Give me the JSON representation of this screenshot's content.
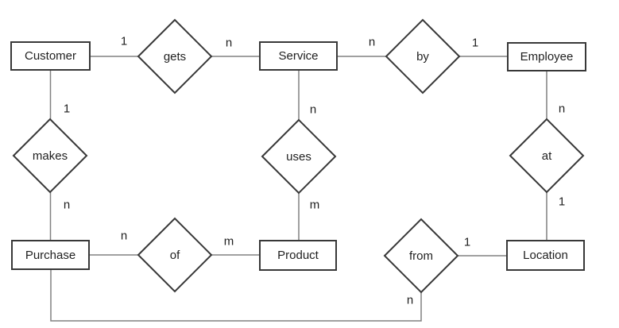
{
  "diagram": {
    "type": "entity-relationship",
    "entities": [
      {
        "label": "Customer"
      },
      {
        "label": "Service"
      },
      {
        "label": "Employee"
      },
      {
        "label": "Purchase"
      },
      {
        "label": "Product"
      },
      {
        "label": "Location"
      }
    ],
    "relationships": [
      {
        "label": "gets",
        "entity1": "Customer",
        "card1": "1",
        "entity2": "Service",
        "card2": "n"
      },
      {
        "label": "by",
        "entity1": "Service",
        "card1": "n",
        "entity2": "Employee",
        "card2": "1"
      },
      {
        "label": "makes",
        "entity1": "Customer",
        "card1": "1",
        "entity2": "Purchase",
        "card2": "n"
      },
      {
        "label": "uses",
        "entity1": "Service",
        "card1": "n",
        "entity2": "Product",
        "card2": "m"
      },
      {
        "label": "at",
        "entity1": "Employee",
        "card1": "n",
        "entity2": "Location",
        "card2": "1"
      },
      {
        "label": "of",
        "entity1": "Purchase",
        "card1": "n",
        "entity2": "Product",
        "card2": "m"
      },
      {
        "label": "from",
        "entity1": "Purchase",
        "card1": "n",
        "entity2": "Location",
        "card2": "1"
      }
    ],
    "colors": {
      "shape_stroke": "#383838",
      "connector": "#808080",
      "text": "#1f1f1f",
      "background": "#ffffff"
    }
  }
}
